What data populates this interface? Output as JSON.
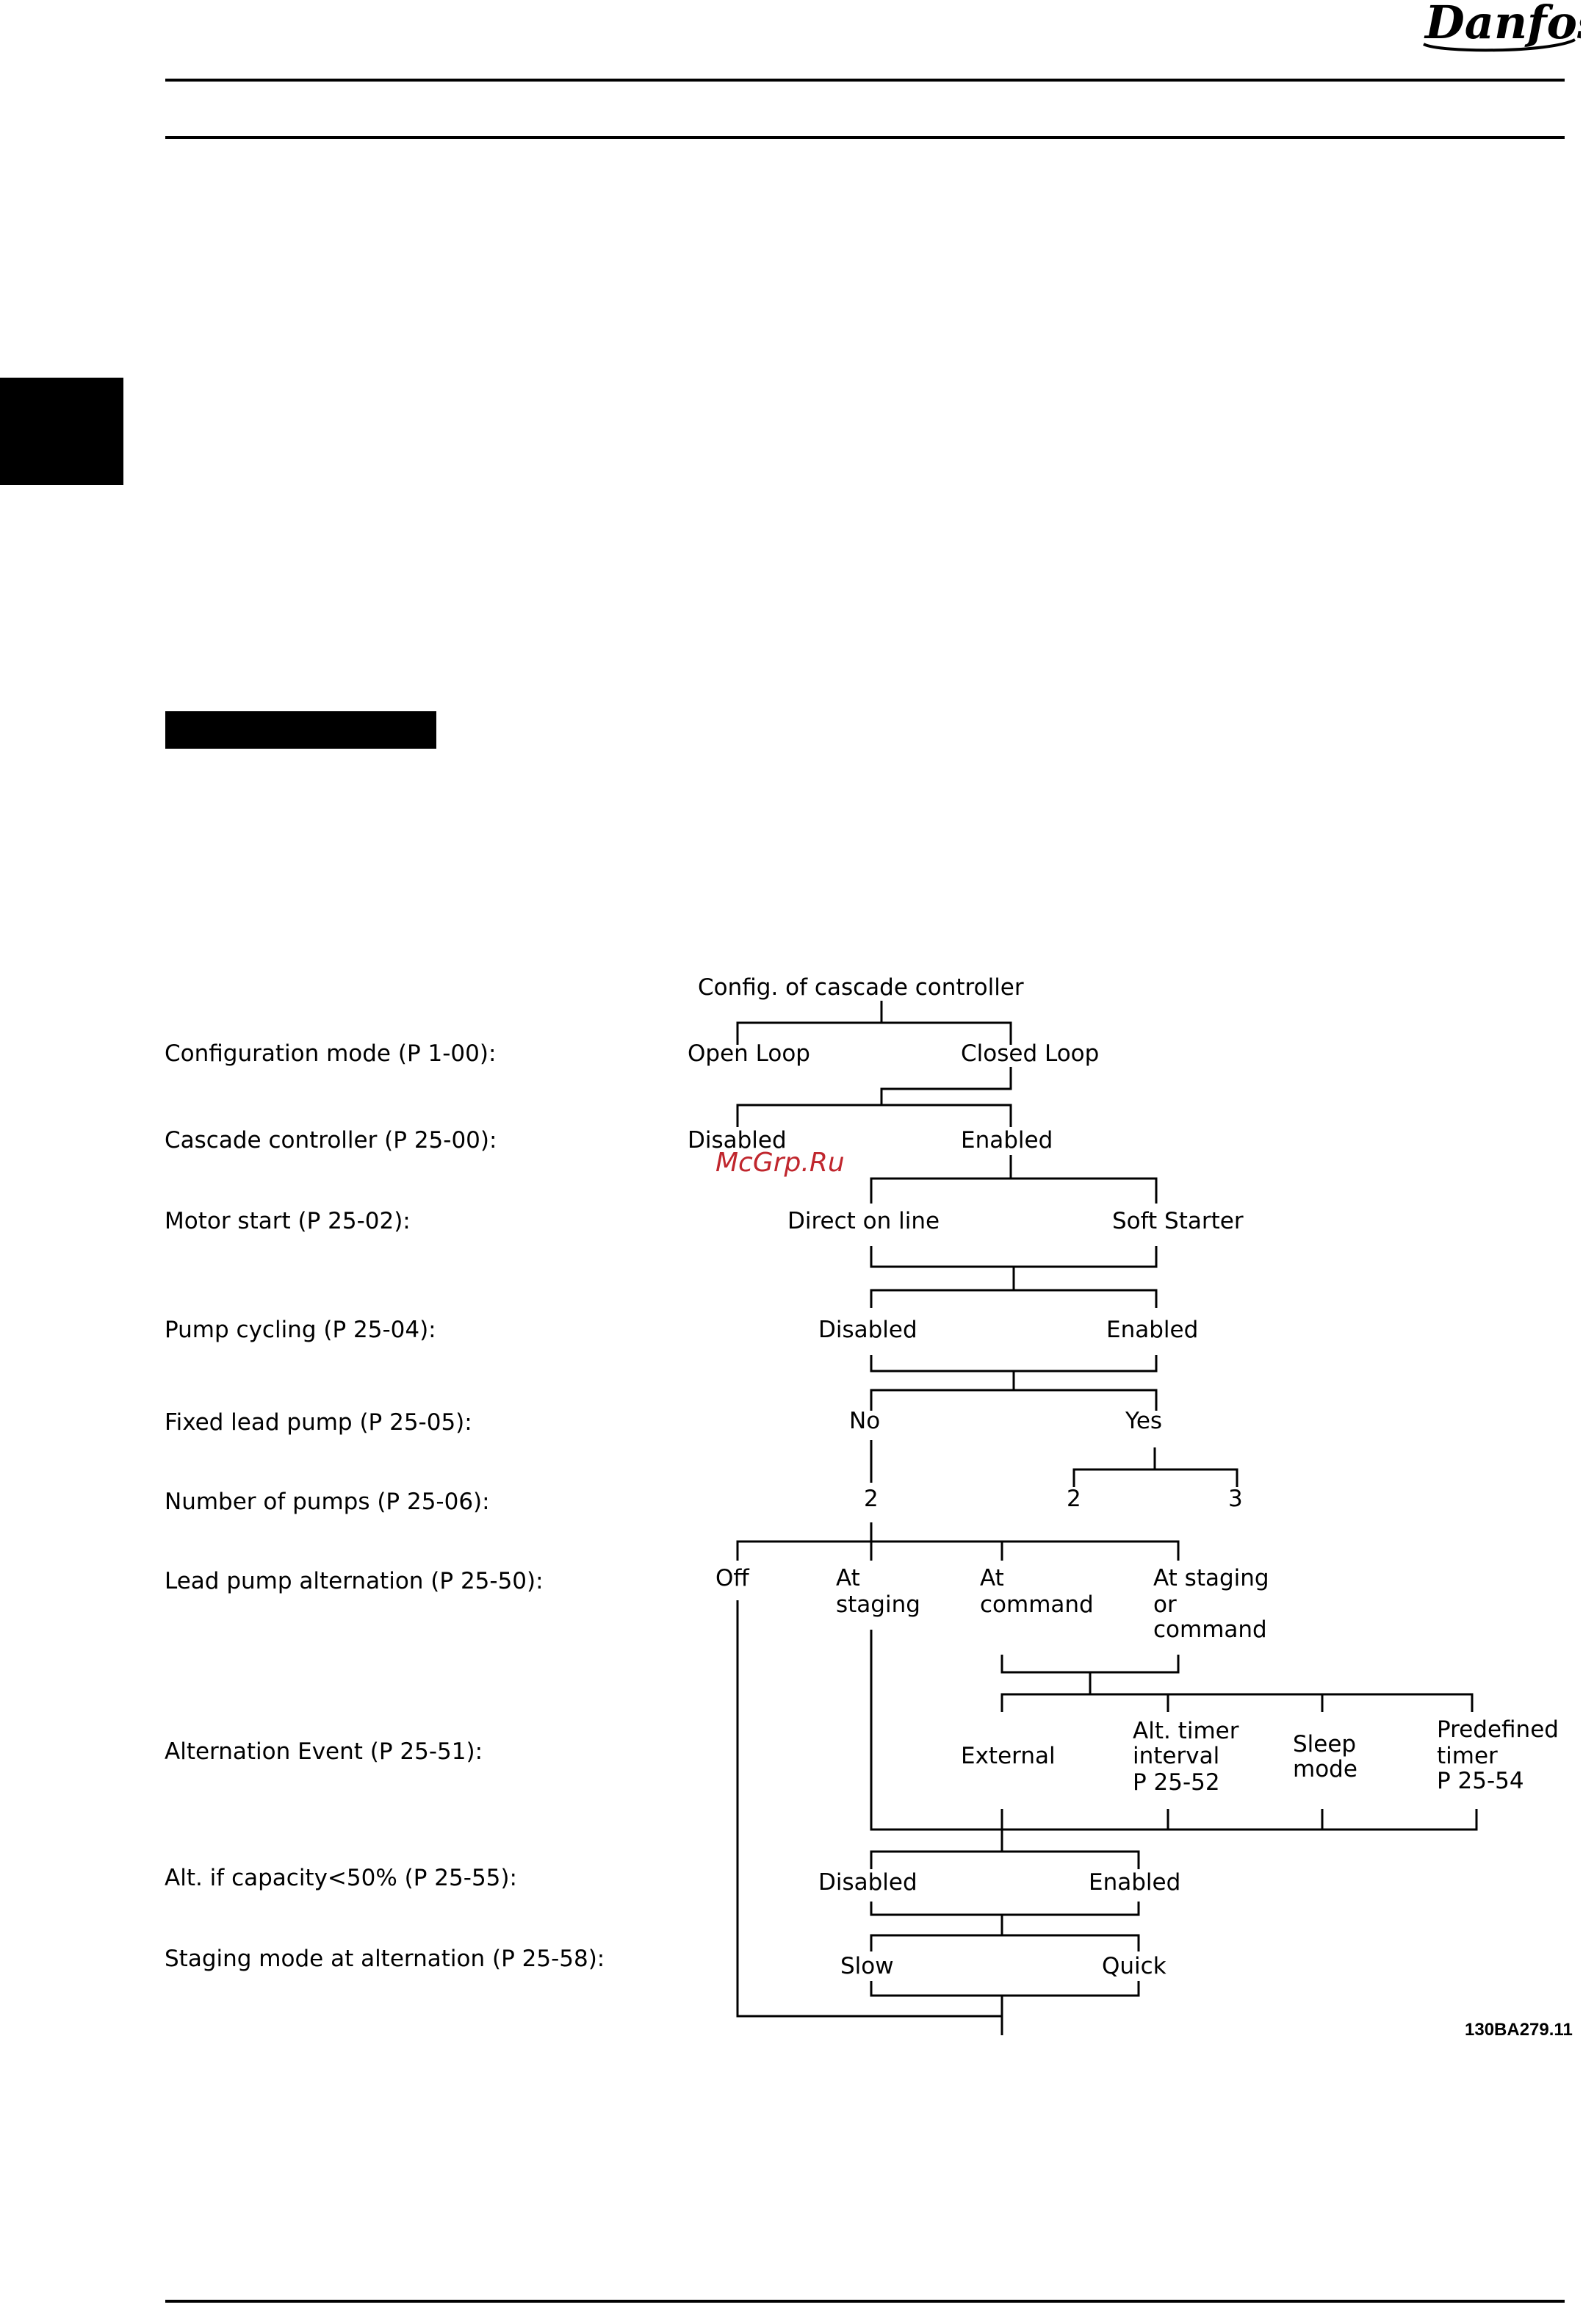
{
  "header": {
    "logo_text": "Danfoss"
  },
  "diagram": {
    "title": "Config. of cascade controller",
    "figure_code": "130BA279.11",
    "watermark": "McGrp.Ru",
    "rows": {
      "configuration_mode": "Configuration mode (P 1-00):",
      "cascade_controller": "Cascade controller (P 25-00):",
      "motor_start": "Motor start (P 25-02):",
      "pump_cycling": "Pump cycling (P 25-04):",
      "fixed_lead_pump": "Fixed lead pump (P 25-05):",
      "number_of_pumps": "Number of pumps (P 25-06):",
      "lead_pump_alternation": "Lead pump alternation (P 25-50):",
      "alternation_event": "Alternation Event (P 25-51):",
      "alt_if_capacity": "Alt. if capacity<50% (P 25-55):",
      "staging_mode": "Staging mode at alternation (P 25-58):"
    },
    "options": {
      "open_loop": "Open Loop",
      "closed_loop": "Closed Loop",
      "cc_disabled": "Disabled",
      "cc_enabled": "Enabled",
      "direct_on_line": "Direct on line",
      "soft_starter": "Soft Starter",
      "pc_disabled": "Disabled",
      "pc_enabled": "Enabled",
      "no": "No",
      "yes": "Yes",
      "pumps_2a": "2",
      "pumps_2b": "2",
      "pumps_3": "3",
      "off": "Off",
      "at_staging_1": "At",
      "at_staging_2": "staging",
      "at_command_1": "At",
      "at_command_2": "command",
      "at_staging_or_command_1": "At staging",
      "at_staging_or_command_2": "or",
      "at_staging_or_command_3": "command",
      "external": "External",
      "alt_timer_1": "Alt. timer",
      "alt_timer_2": "interval",
      "alt_timer_3": "P 25-52",
      "sleep_mode_1": "Sleep",
      "sleep_mode_2": "mode",
      "predefined_1": "Predefined",
      "predefined_2": "timer",
      "predefined_3": "P 25-54",
      "cap_disabled": "Disabled",
      "cap_enabled": "Enabled",
      "slow": "Slow",
      "quick": "Quick"
    }
  }
}
